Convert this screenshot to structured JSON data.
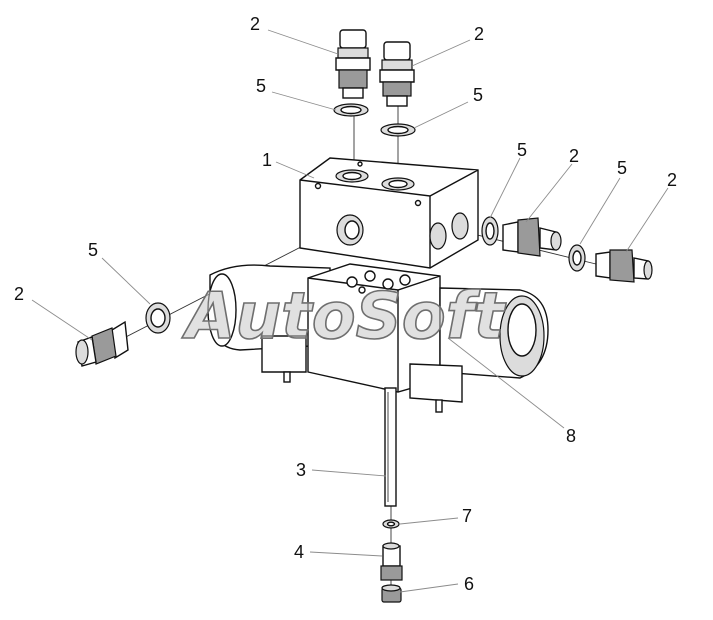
{
  "diagram": {
    "watermark": "AutoSoft",
    "callouts": {
      "c1": "1",
      "c2a": "2",
      "c2b": "2",
      "c2c": "2",
      "c2d": "2",
      "c2e": "2",
      "c3": "3",
      "c4": "4",
      "c5a": "5",
      "c5b": "5",
      "c5c": "5",
      "c5d": "5",
      "c5e": "5",
      "c6": "6",
      "c7": "7",
      "c8": "8"
    }
  }
}
